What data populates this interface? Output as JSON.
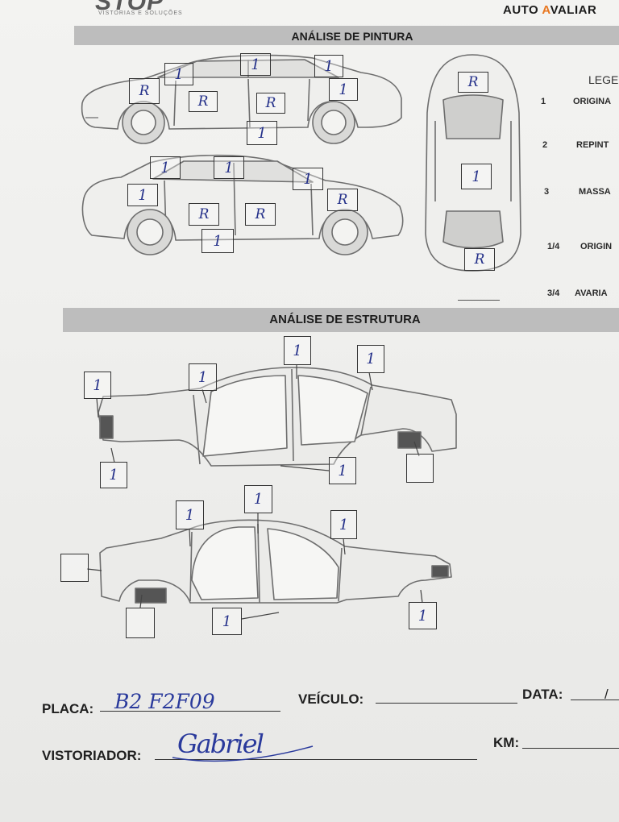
{
  "header": {
    "brand_left": "STOP",
    "brand_left_tagline": "VISTORIAS E SOLUÇÕES",
    "brand_right_a": "AUTO ",
    "brand_right_accent": "A",
    "brand_right_b": "VALIAR"
  },
  "paint": {
    "title": "ANÁLISE DE PINTURA",
    "legend_title": "LEGE",
    "legend": [
      {
        "code": "1",
        "label": "ORIGINA"
      },
      {
        "code": "2",
        "label": "REPINT"
      },
      {
        "code": "3",
        "label": "MASSA"
      },
      {
        "code": "1/4",
        "label": "ORIGIN"
      },
      {
        "code": "3/4",
        "label": "AVARIA"
      }
    ],
    "marks": {
      "s1_front_fender": "R",
      "s1_a_pillar": "1",
      "s1_roof": "1",
      "s1_c_pillar": "1",
      "s1_rear_fender": "1",
      "s1_front_door": "R",
      "s1_rear_door": "R",
      "s1_sill": "1",
      "s2_c_pillar": "1",
      "s2_roof_rear": "1",
      "s2_a_pillar": "1",
      "s2_rear_quarter": "1",
      "s2_front_fender": "R",
      "s2_rear_door": "R",
      "s2_front_door": "R",
      "s2_sill": "1",
      "top_hood": "R",
      "top_roof": "1",
      "top_trunk": "R"
    }
  },
  "structure": {
    "title": "ANÁLISE DE ESTRUTURA",
    "marks": {
      "u1_front_rail": "1",
      "u1_a_pillar": "1",
      "u1_b_pillar": "1",
      "u1_c_pillar": "1",
      "u1_front_lower": "1",
      "u1_sill": "1",
      "u1_rear": "",
      "u2_front": "",
      "u2_c_pillar": "1",
      "u2_b_pillar": "1",
      "u2_a_pillar": "1",
      "u2_front_lower": "",
      "u2_sill": "1",
      "u2_rear_rail": "1"
    }
  },
  "form": {
    "plate_label": "PLACA:",
    "plate_value": "B2 F2F09",
    "vehicle_label": "VEÍCULO:",
    "vehicle_value": "",
    "date_label": "DATA:",
    "date_value": "/",
    "inspector_label": "VISTORIADOR:",
    "inspector_signature": "Gabriel",
    "km_label": "KM:",
    "km_value": ""
  }
}
